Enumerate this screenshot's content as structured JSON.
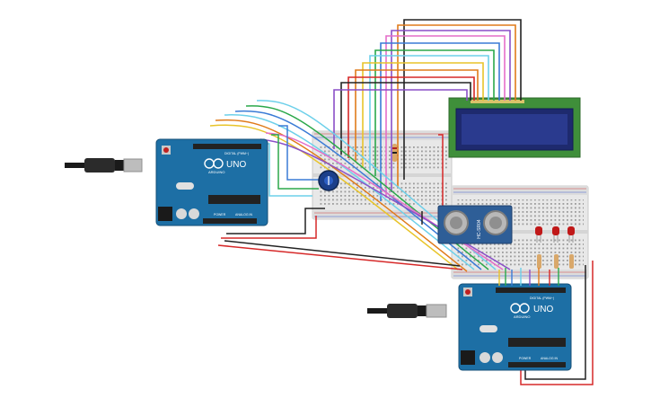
{
  "diagram": {
    "arduino_top": {
      "logo_text": "UNO",
      "brand_text": "ARDUINO",
      "digital_label": "DIGITAL (PWM~)",
      "power_label": "POWER",
      "analog_label": "ANALOG IN"
    },
    "arduino_bottom": {
      "logo_text": "UNO",
      "brand_text": "ARDUINO",
      "digital_label": "DIGITAL (PWM~)",
      "power_label": "POWER",
      "analog_label": "ANALOG IN"
    },
    "ultrasonic_sensor": {
      "label": "HC-SR04"
    },
    "colors": {
      "arduino": "#1d6fa5",
      "breadboard": "#e9e9e9",
      "lcd_frame": "#3f8f3a",
      "lcd_screen": "#1e2a6e",
      "wire_red": "#d62828",
      "wire_black": "#222222"
    }
  }
}
